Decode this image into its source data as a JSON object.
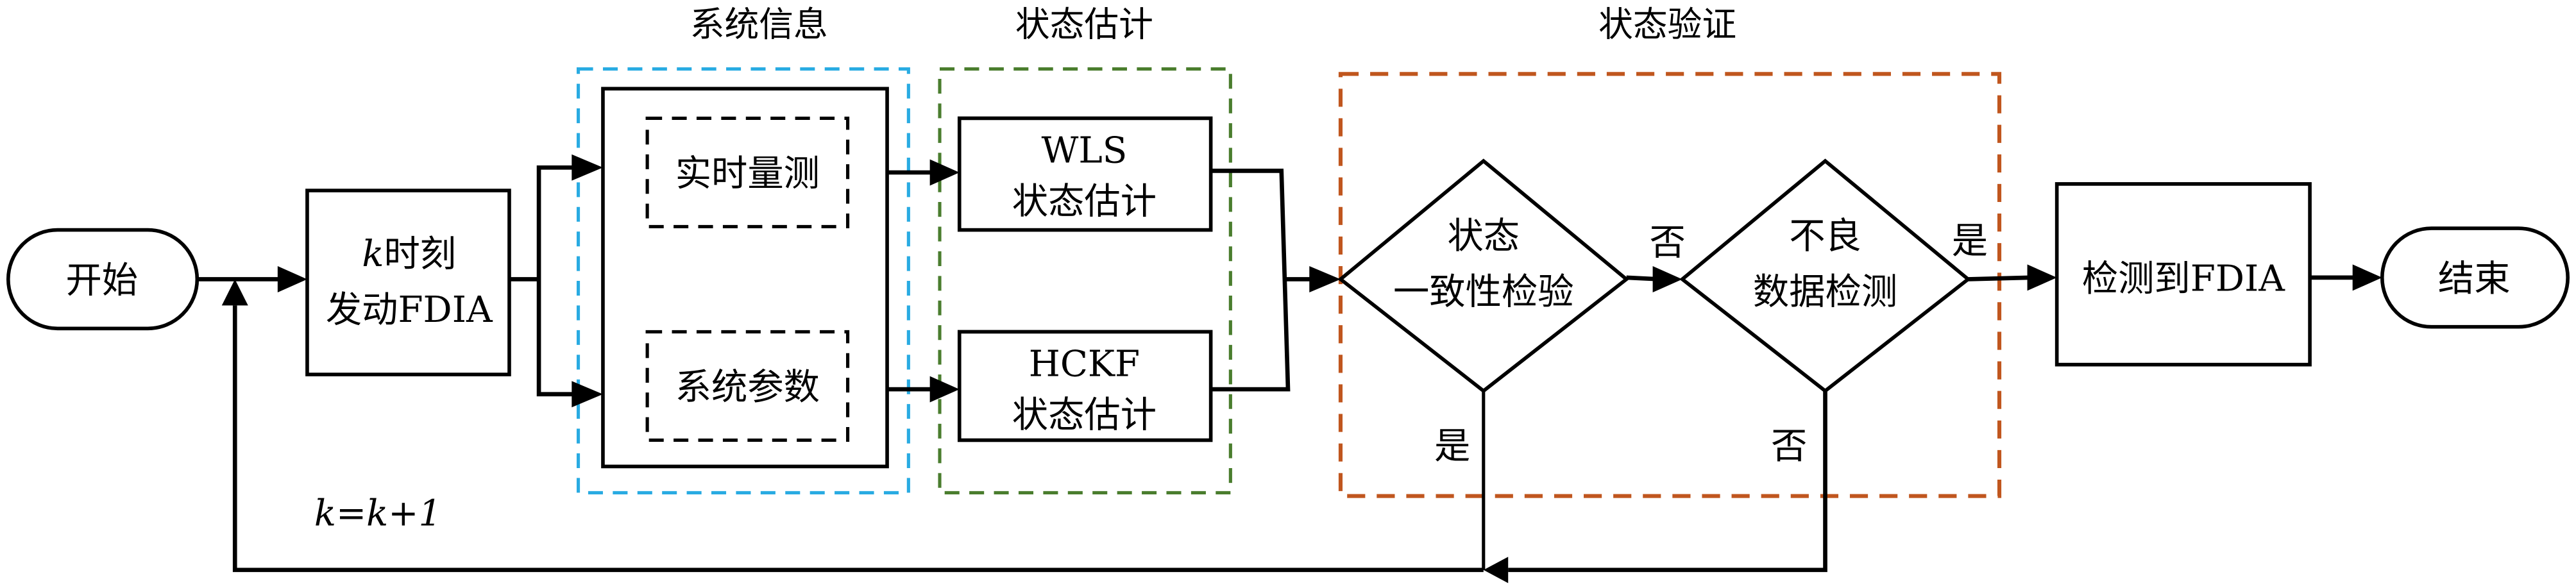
{
  "diagram": {
    "type": "flowchart",
    "groups": {
      "system_info": {
        "title": "系统信息",
        "color": "#29abe2"
      },
      "state_estimation": {
        "title": "状态估计",
        "color": "#4a7d2e"
      },
      "state_verification": {
        "title": "状态验证",
        "color": "#c0561e"
      }
    },
    "nodes": {
      "start": {
        "label": "开始"
      },
      "attack": {
        "line1_italic": "k",
        "line1": "时刻",
        "line2": "发动FDIA"
      },
      "realtime_measurement": {
        "label": "实时量测"
      },
      "system_parameters": {
        "label": "系统参数"
      },
      "wls": {
        "line1": "WLS",
        "line2": "状态估计"
      },
      "hckf": {
        "line1": "HCKF",
        "line2": "状态估计"
      },
      "consistency_check": {
        "line1": "状态",
        "line2": "一致性检验"
      },
      "bad_data_detection": {
        "line1": "不良",
        "line2": "数据检测"
      },
      "detected": {
        "label": "检测到FDIA"
      },
      "end": {
        "label": "结束"
      }
    },
    "edge_labels": {
      "consistency_no": "否",
      "consistency_yes": "是",
      "bad_data_yes": "是",
      "bad_data_no": "否",
      "loop": "k=k+1"
    },
    "edges": [
      {
        "from": "start",
        "to": "attack"
      },
      {
        "from": "attack",
        "to": "realtime_measurement"
      },
      {
        "from": "attack",
        "to": "system_parameters"
      },
      {
        "from": "realtime_measurement",
        "to": "wls"
      },
      {
        "from": "system_parameters",
        "to": "hckf"
      },
      {
        "from": "wls",
        "to": "consistency_check"
      },
      {
        "from": "hckf",
        "to": "consistency_check"
      },
      {
        "from": "consistency_check",
        "to": "bad_data_detection",
        "label": "否"
      },
      {
        "from": "consistency_check",
        "to": "attack",
        "label": "是",
        "via": "k=k+1"
      },
      {
        "from": "bad_data_detection",
        "to": "detected",
        "label": "是"
      },
      {
        "from": "bad_data_detection",
        "to": "attack",
        "label": "否",
        "via": "k=k+1"
      },
      {
        "from": "detected",
        "to": "end"
      }
    ]
  }
}
